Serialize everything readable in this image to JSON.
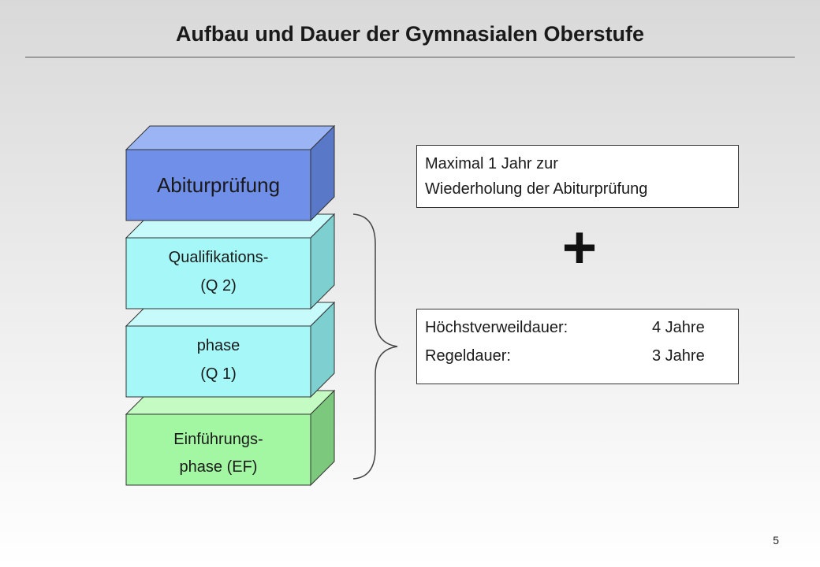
{
  "title": "Aufbau und Dauer der Gymnasialen Oberstufe",
  "blocks": [
    {
      "id": "abi",
      "lines": [
        "Abiturprüfung"
      ],
      "front": "#6f8fe8",
      "top": "#9ab4f4",
      "side": "#5a78c8"
    },
    {
      "id": "q2",
      "lines": [
        "Qualifikations-",
        "(Q 2)"
      ],
      "front": "#a6f8f8",
      "top": "#c7fbfb",
      "side": "#7ecfcf"
    },
    {
      "id": "q1",
      "lines": [
        "phase",
        "(Q 1)"
      ],
      "front": "#a6f8f8",
      "top": "#c7fbfb",
      "side": "#7ecfcf"
    },
    {
      "id": "ef",
      "lines": [
        "Einführungs-",
        "phase (EF)"
      ],
      "front": "#a3f7a3",
      "top": "#c3fbc3",
      "side": "#7cc87c"
    }
  ],
  "repeat_box": {
    "line1": "Maximal 1 Jahr zur",
    "line2": "Wiederholung der Abiturprüfung"
  },
  "plus_sign": "+",
  "duration_box": {
    "rows": [
      {
        "label": "Höchstverweildauer:",
        "value": "4 Jahre"
      },
      {
        "label": "Regeldauer:",
        "value": "3 Jahre"
      }
    ]
  },
  "page_number": "5"
}
